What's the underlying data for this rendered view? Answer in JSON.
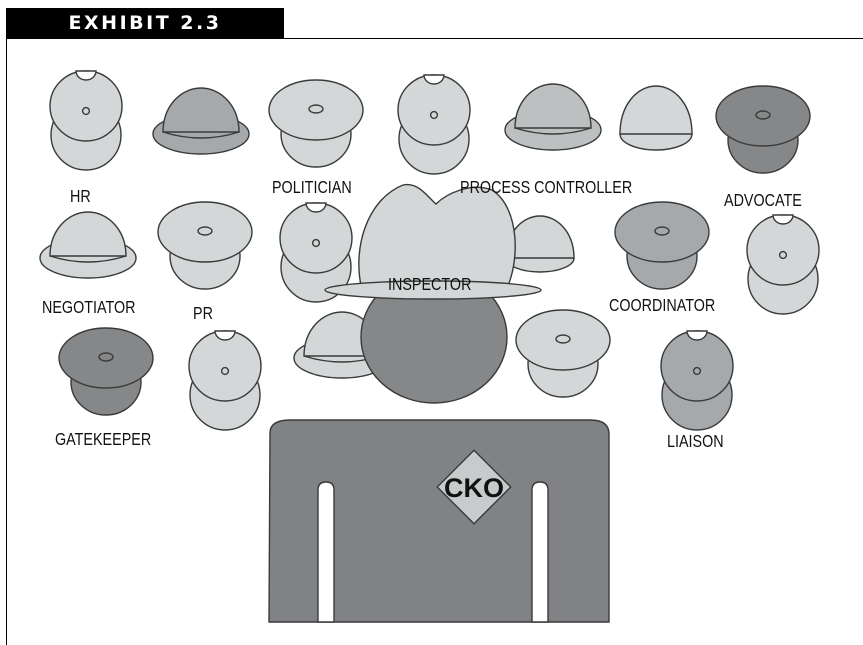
{
  "exhibit": {
    "label": "EXHIBIT 2.3"
  },
  "colors": {
    "hat_light": "#d3d7d8",
    "hat_mid": "#a6a9ab",
    "hat_dark": "#858789",
    "hat_outline": "#3a3a3a",
    "shirt": "#808285",
    "badge": "#c8cbcc"
  },
  "hats": [
    {
      "name": "hr",
      "label": "HR",
      "style": "cap-front",
      "shade": "light"
    },
    {
      "name": "politician",
      "label": "POLITICIAN",
      "style": "cap-top",
      "shade": "light"
    },
    {
      "name": "process-controller",
      "label": "PROCESS CONTROLLER",
      "style": "brim-dome",
      "shade": "light"
    },
    {
      "name": "advocate",
      "label": "ADVOCATE",
      "style": "cap-top",
      "shade": "dark"
    },
    {
      "name": "negotiator",
      "label": "NEGOTIATOR",
      "style": "brim-dome",
      "shade": "light"
    },
    {
      "name": "pr",
      "label": "PR",
      "style": "cap-top",
      "shade": "light"
    },
    {
      "name": "inspector",
      "label": "INSPECTOR",
      "style": "campaign-hat",
      "shade": "light"
    },
    {
      "name": "coordinator",
      "label": "COORDINATOR",
      "style": "cap-top",
      "shade": "mid"
    },
    {
      "name": "gatekeeper",
      "label": "GATEKEEPER",
      "style": "cap-top",
      "shade": "dark"
    },
    {
      "name": "liaison",
      "label": "LIAISON",
      "style": "cap-front",
      "shade": "mid"
    }
  ],
  "figure": {
    "badge_label": "CKO",
    "icon": "person-wearing-inspector-hat"
  }
}
